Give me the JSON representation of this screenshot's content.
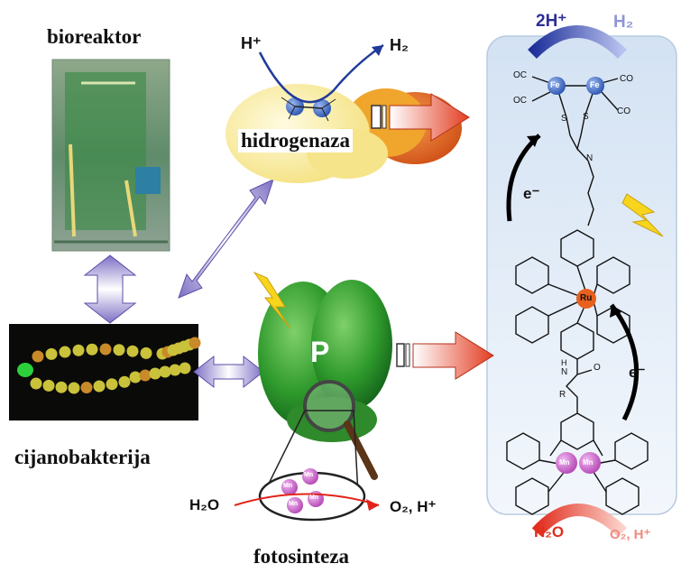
{
  "labels": {
    "bioreactor": "bioreaktor",
    "hydrogenase": "hidrogenaza",
    "cyanobacteria": "cijanobakterija",
    "photosynthesis": "fotosinteza"
  },
  "hydrogenase_reaction": {
    "reactant": "H⁺",
    "product": "H₂"
  },
  "photosystem": {
    "letter": "P",
    "reactant": "H₂O",
    "product": "O₂, H⁺",
    "cluster_atom": "Mn"
  },
  "catalyst": {
    "top_reactant": "2H⁺",
    "top_product": "H₂",
    "iron_atom": "Fe",
    "carbonyl": "CO",
    "carbonyl_left": "OC",
    "sulfur": "S",
    "nitrogen": "N",
    "oxygen": "O",
    "r_group": "R",
    "amide_h": "H",
    "electron": "e⁻",
    "center_metal": "Ru",
    "manganese": "Mn",
    "bottom_reactant": "H₂O",
    "bottom_product": "O₂, H⁺"
  },
  "colors": {
    "panel_bg": "#dfeaf7",
    "protein_green": "#2f9a2c",
    "arrow_red": "#e8452a",
    "arrow_lilac": "#8d82cf",
    "iron_blue": "#3c69c6",
    "ruthenium_orange": "#e8601e",
    "manganese_pink": "#c85bc8",
    "lightning": "#f7d51d"
  }
}
